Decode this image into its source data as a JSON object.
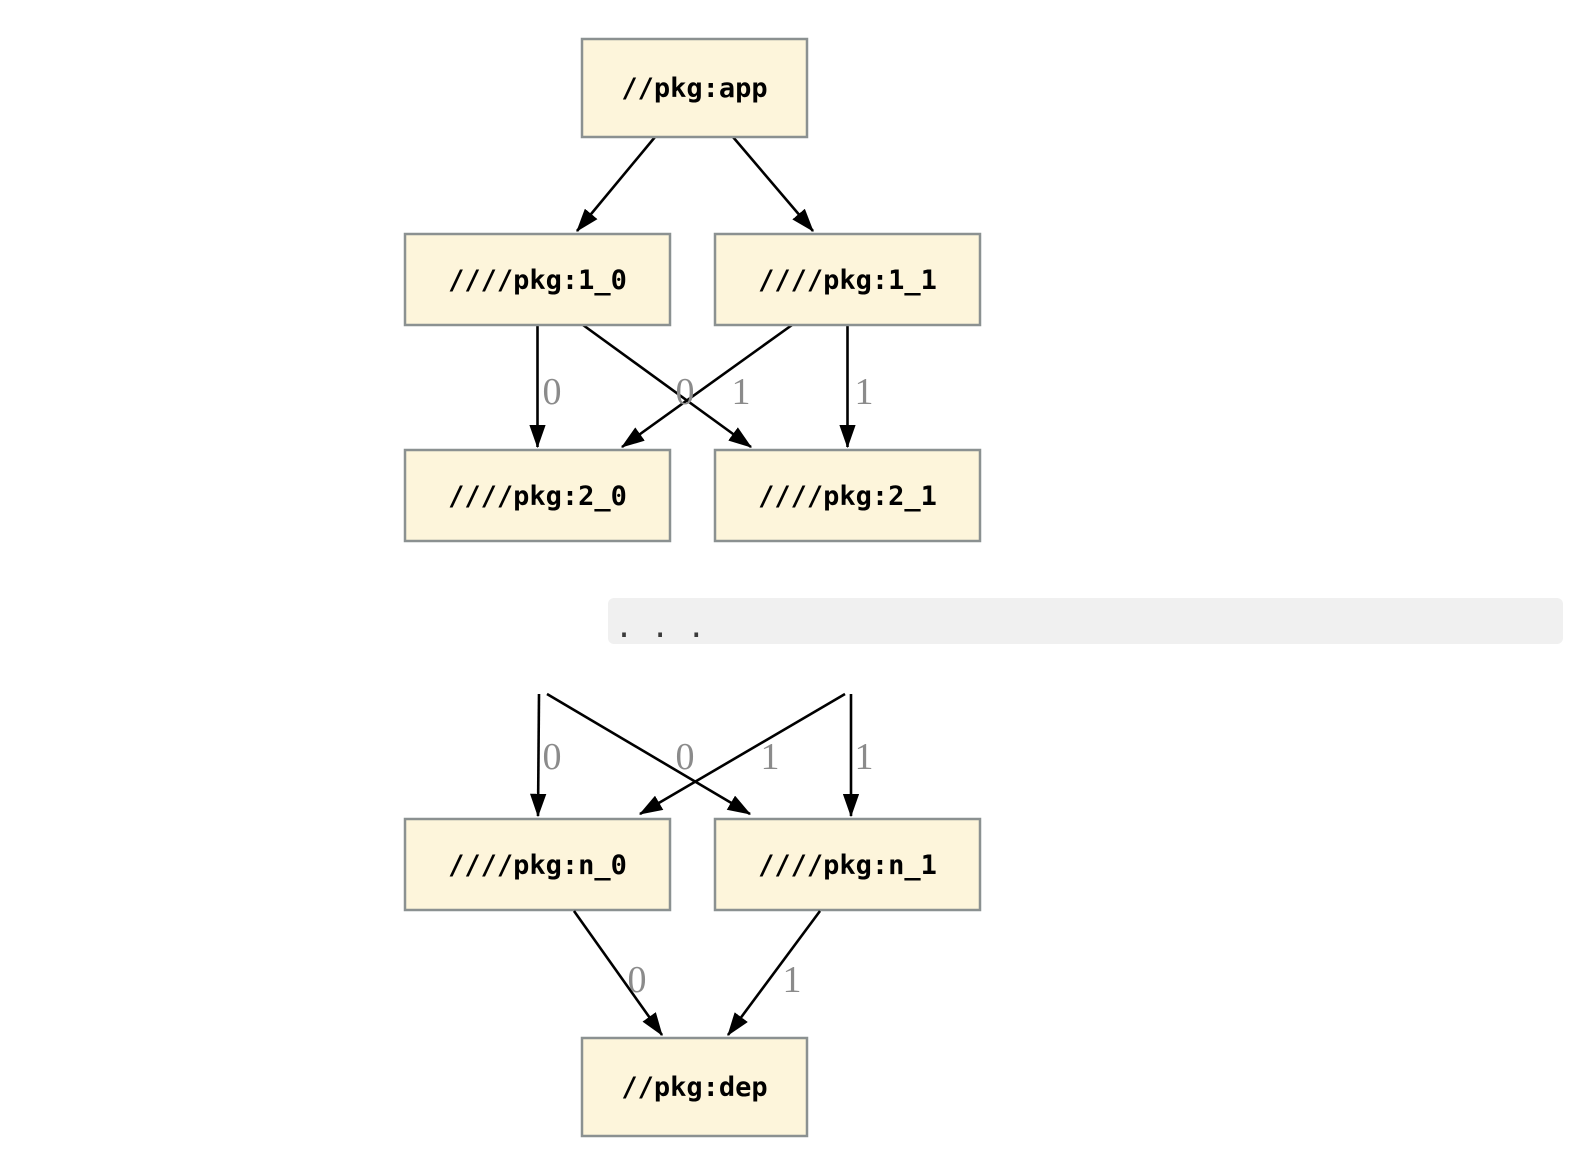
{
  "graph": {
    "colors": {
      "node_fill": "#fdf5db",
      "node_border": "#8b9191",
      "edge": "#000000",
      "edge_label": "#8b8b8b",
      "node_text": "#000000",
      "band_bg": "#f0f0f0",
      "band_text": "#3a3a3a"
    },
    "upper": {
      "nodes": {
        "app": "//pkg:app",
        "v1_0": "////pkg:1_0",
        "v1_1": "////pkg:1_1",
        "v2_0": "////pkg:2_0",
        "v2_1": "////pkg:2_1"
      },
      "edges": [
        {
          "from": "//pkg:app",
          "to": "////pkg:1_0",
          "label": ""
        },
        {
          "from": "//pkg:app",
          "to": "////pkg:1_1",
          "label": ""
        },
        {
          "from": "////pkg:1_0",
          "to": "////pkg:2_0",
          "label": "0"
        },
        {
          "from": "////pkg:1_0",
          "to": "////pkg:2_1",
          "label": "0"
        },
        {
          "from": "////pkg:1_1",
          "to": "////pkg:2_0",
          "label": "1"
        },
        {
          "from": "////pkg:1_1",
          "to": "////pkg:2_1",
          "label": "1"
        }
      ],
      "edge_labels": {
        "e_1_0_to_2_0": "0",
        "e_1_0_to_2_1": "0",
        "e_1_1_to_2_0": "1",
        "e_1_1_to_2_1": "1"
      }
    },
    "ellipsis": {
      "text": ". . ."
    },
    "lower": {
      "nodes": {
        "vn_0": "////pkg:n_0",
        "vn_1": "////pkg:n_1",
        "dep": "//pkg:dep"
      },
      "edges": [
        {
          "from": "elided_0",
          "to": "////pkg:n_0",
          "label": "0"
        },
        {
          "from": "elided_0",
          "to": "////pkg:n_1",
          "label": "0"
        },
        {
          "from": "elided_1",
          "to": "////pkg:n_0",
          "label": "1"
        },
        {
          "from": "elided_1",
          "to": "////pkg:n_1",
          "label": "1"
        },
        {
          "from": "////pkg:n_0",
          "to": "//pkg:dep",
          "label": "0"
        },
        {
          "from": "////pkg:n_1",
          "to": "//pkg:dep",
          "label": "1"
        }
      ],
      "edge_labels": {
        "e_l0_to_n_0": "0",
        "e_l0_to_n_1": "0",
        "e_l1_to_n_0": "1",
        "e_l1_to_n_1": "1",
        "e_n_0_to_dep": "0",
        "e_n_1_to_dep": "1"
      }
    }
  }
}
